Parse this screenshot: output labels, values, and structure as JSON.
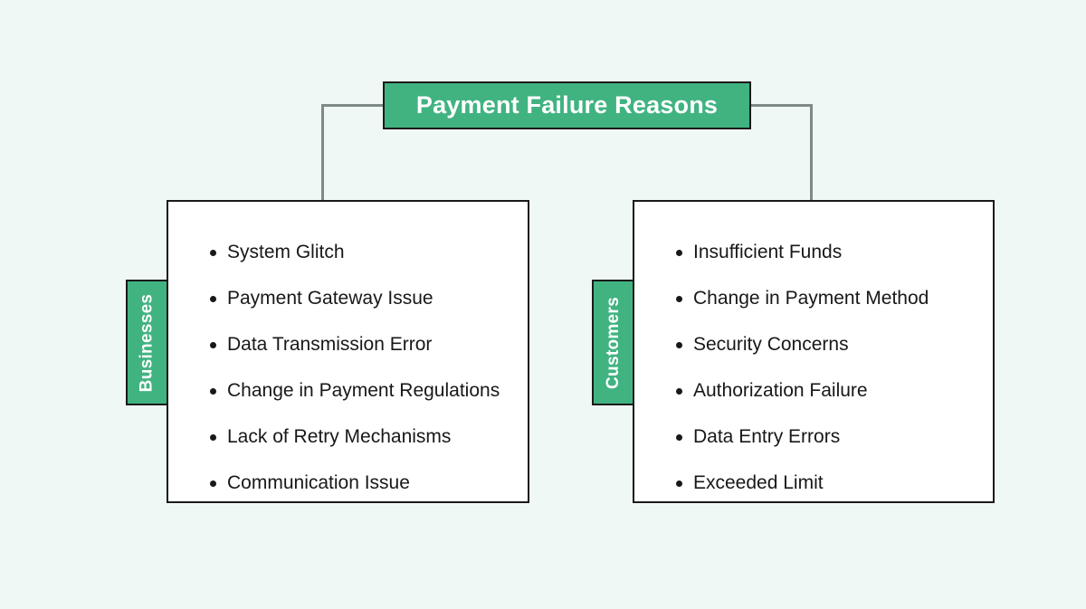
{
  "diagram": {
    "background_color": "#f0f8f6",
    "accent_color": "#41b381",
    "border_color": "#1a1a1a",
    "connector_color": "#7d8a88",
    "root": {
      "title": "Payment Failure Reasons"
    },
    "branches": [
      {
        "id": "businesses",
        "tab_label": "Businesses",
        "items": [
          "System Glitch",
          "Payment Gateway Issue",
          "Data Transmission Error",
          "Change in Payment Regulations",
          "Lack of Retry Mechanisms",
          "Communication Issue"
        ]
      },
      {
        "id": "customers",
        "tab_label": "Customers",
        "items": [
          "Insufficient Funds",
          "Change in Payment Method",
          "Security Concerns",
          "Authorization Failure",
          "Data Entry Errors",
          "Exceeded Limit"
        ]
      }
    ]
  }
}
